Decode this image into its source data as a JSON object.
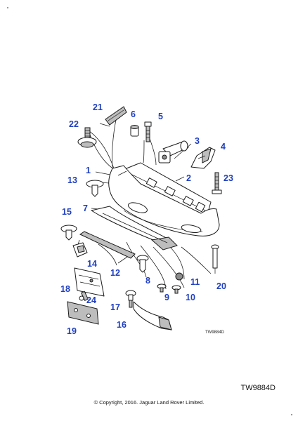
{
  "callouts": {
    "c1": "1",
    "c2": "2",
    "c3": "3",
    "c4": "4",
    "c5": "5",
    "c6": "6",
    "c7": "7",
    "c8": "8",
    "c9": "9",
    "c10": "10",
    "c11": "11",
    "c12": "12",
    "c13": "13",
    "c14": "14",
    "c15": "15",
    "c16": "16",
    "c17": "17",
    "c18": "18",
    "c19": "19",
    "c20": "20",
    "c21": "21",
    "c22": "22",
    "c23": "23",
    "c24": "24"
  },
  "figure_ref_small": "TW9884D",
  "figure_ref": "TW9884D",
  "copyright": "© Copyright, 2016. Jaguar Land Rover Limited.",
  "colors": {
    "callout": "#1f3fbf",
    "line": "#1a1a1a",
    "shade": "#bdbdbd"
  }
}
